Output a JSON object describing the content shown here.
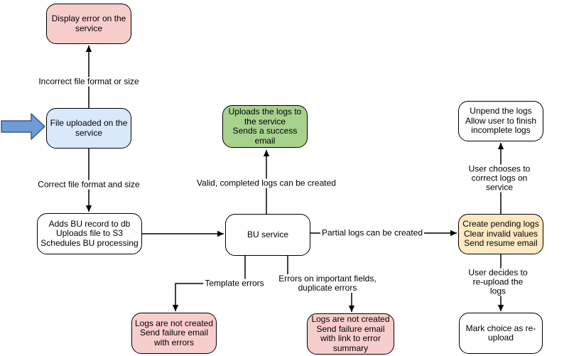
{
  "diagram": {
    "background": "#ffffff",
    "entry_arrow": {
      "name": "entry-block-arrow",
      "fill": "#6f9bd6",
      "stroke": "#3b5a80"
    },
    "colors": {
      "pink": "#f8cecc",
      "blue": "#dae8fc",
      "green": "#a9d18e",
      "yellow": "#ffe9c2",
      "white": "#ffffff",
      "line": "#000000"
    },
    "nodes": [
      {
        "id": "display-error",
        "label": "Display error on the\nservice",
        "fill": "#f8cecc"
      },
      {
        "id": "file-uploaded",
        "label": "File uploaded on the\nservice",
        "fill": "#dae8fc"
      },
      {
        "id": "adds-bu-record",
        "label": "Adds BU record to db\nUploads file to S3\nSchedules BU processing",
        "fill": "#ffffff"
      },
      {
        "id": "bu-service",
        "label": "BU service",
        "fill": "#ffffff"
      },
      {
        "id": "uploads-logs",
        "label": "Uploads the logs to\nthe service\nSends a success\nemail",
        "fill": "#a9d18e"
      },
      {
        "id": "unpend-logs",
        "label": "Unpend the logs\nAllow user to finish\nincomplete logs",
        "fill": "#ffffff"
      },
      {
        "id": "create-pending-logs",
        "label": "Create pending logs\nClear invalid values\nSend resume email",
        "fill": "#ffe9c2"
      },
      {
        "id": "mark-choice",
        "label": "Mark choice as re-\nupload",
        "fill": "#ffffff"
      },
      {
        "id": "fail-template",
        "label": "Logs are not created\nSend failure email\nwith errors",
        "fill": "#f8cecc"
      },
      {
        "id": "fail-fields",
        "label": "Logs are not created\nSend failure email\nwith link to error\nsummary",
        "fill": "#f8cecc"
      }
    ],
    "edges": [
      {
        "from": "file-uploaded",
        "to": "display-error",
        "label": "Incorrect file format or size"
      },
      {
        "from": "file-uploaded",
        "to": "adds-bu-record",
        "label": "Correct file format and size"
      },
      {
        "from": "adds-bu-record",
        "to": "bu-service",
        "label": ""
      },
      {
        "from": "bu-service",
        "to": "uploads-logs",
        "label": "Valid, completed logs can be created"
      },
      {
        "from": "bu-service",
        "to": "create-pending-logs",
        "label": "Partial logs can be created"
      },
      {
        "from": "bu-service",
        "to": "fail-template",
        "label": "Template errors"
      },
      {
        "from": "bu-service",
        "to": "fail-fields",
        "label": "Errors on important fields,\nduplicate errors"
      },
      {
        "from": "create-pending-logs",
        "to": "unpend-logs",
        "label": "User chooses to correct logs on service"
      },
      {
        "from": "create-pending-logs",
        "to": "mark-choice",
        "label": "User decides to re-upload the logs"
      }
    ]
  }
}
